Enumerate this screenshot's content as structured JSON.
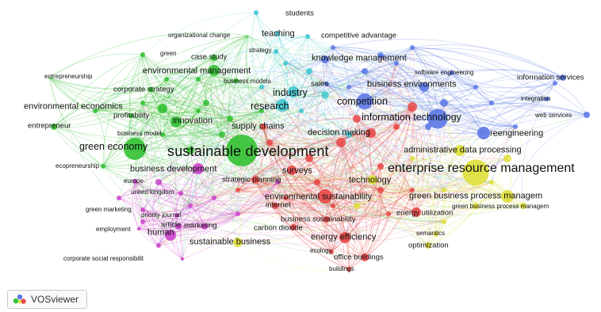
{
  "app": {
    "brand_name": "VOSviewer",
    "logo_icon": "vosviewer-logo-icon"
  },
  "clusters": {
    "green": {
      "color": "#33c133"
    },
    "red": {
      "color": "#e84848"
    },
    "blue": {
      "color": "#5b78e6"
    },
    "cyan": {
      "color": "#3fc8d0"
    },
    "yellow": {
      "color": "#dfe03a"
    },
    "purple": {
      "color": "#cc44cc"
    }
  },
  "terms": [
    {
      "text": "students",
      "cluster": "cyan"
    },
    {
      "text": "teaching",
      "cluster": "cyan"
    },
    {
      "text": "competitive advantage",
      "cluster": "cyan"
    },
    {
      "text": "organizational change",
      "cluster": "green"
    },
    {
      "text": "green",
      "cluster": "green"
    },
    {
      "text": "case study",
      "cluster": "green"
    },
    {
      "text": "strategy",
      "cluster": "cyan"
    },
    {
      "text": "knowledge management",
      "cluster": "blue"
    },
    {
      "text": "entrepreneurship",
      "cluster": "green"
    },
    {
      "text": "environmental management",
      "cluster": "green"
    },
    {
      "text": "business models",
      "cluster": "green"
    },
    {
      "text": "software engineering",
      "cluster": "blue"
    },
    {
      "text": "information services",
      "cluster": "blue"
    },
    {
      "text": "corporate strategy",
      "cluster": "green"
    },
    {
      "text": "sales",
      "cluster": "blue"
    },
    {
      "text": "business environments",
      "cluster": "blue"
    },
    {
      "text": "industry",
      "cluster": "cyan"
    },
    {
      "text": "integration",
      "cluster": "blue"
    },
    {
      "text": "environmental economics",
      "cluster": "green"
    },
    {
      "text": "research",
      "cluster": "cyan"
    },
    {
      "text": "competition",
      "cluster": "blue"
    },
    {
      "text": "profitability",
      "cluster": "green"
    },
    {
      "text": "web services",
      "cluster": "blue"
    },
    {
      "text": "information technology",
      "cluster": "blue"
    },
    {
      "text": "innovation",
      "cluster": "green"
    },
    {
      "text": "entrepreneur",
      "cluster": "green"
    },
    {
      "text": "supply chains",
      "cluster": "red"
    },
    {
      "text": "decision making",
      "cluster": "red"
    },
    {
      "text": "reengineering",
      "cluster": "blue"
    },
    {
      "text": "business model",
      "cluster": "green"
    },
    {
      "text": "green economy",
      "cluster": "green"
    },
    {
      "text": "sustainable development",
      "cluster": "green"
    },
    {
      "text": "administrative data processing",
      "cluster": "yellow"
    },
    {
      "text": "ecopreneurship",
      "cluster": "green"
    },
    {
      "text": "business development",
      "cluster": "purple"
    },
    {
      "text": "surveys",
      "cluster": "red"
    },
    {
      "text": "enterprise resource management",
      "cluster": "yellow"
    },
    {
      "text": "strategic planning",
      "cluster": "red"
    },
    {
      "text": "technology",
      "cluster": "yellow"
    },
    {
      "text": "europe",
      "cluster": "purple"
    },
    {
      "text": "environmental sustainability",
      "cluster": "red"
    },
    {
      "text": "green business process managem",
      "cluster": "yellow"
    },
    {
      "text": "united kingdom",
      "cluster": "purple"
    },
    {
      "text": "internet",
      "cluster": "red"
    },
    {
      "text": "green business process managem",
      "cluster": "yellow"
    },
    {
      "text": "green marketing",
      "cluster": "purple"
    },
    {
      "text": "priority journal",
      "cluster": "purple"
    },
    {
      "text": "energy utilization",
      "cluster": "red"
    },
    {
      "text": "business sustainability",
      "cluster": "red"
    },
    {
      "text": "article",
      "cluster": "purple"
    },
    {
      "text": "marketing",
      "cluster": "purple"
    },
    {
      "text": "carbon dioxide",
      "cluster": "red"
    },
    {
      "text": "employment",
      "cluster": "purple"
    },
    {
      "text": "human",
      "cluster": "purple"
    },
    {
      "text": "semantics",
      "cluster": "yellow"
    },
    {
      "text": "energy efficiency",
      "cluster": "red"
    },
    {
      "text": "sustainable business",
      "cluster": "yellow"
    },
    {
      "text": "optimization",
      "cluster": "yellow"
    },
    {
      "text": "ecology",
      "cluster": "red"
    },
    {
      "text": "office buildings",
      "cluster": "red"
    },
    {
      "text": "corporate social responsibilit",
      "cluster": "purple"
    },
    {
      "text": "buildings",
      "cluster": "red"
    }
  ]
}
